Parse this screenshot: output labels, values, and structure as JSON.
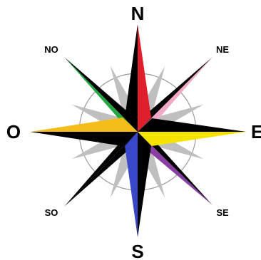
{
  "labels": {
    "north": "N",
    "northeast": "NE",
    "east": "E",
    "southeast": "SE",
    "south": "S",
    "southwest": "SO",
    "west": "O",
    "northwest": "NO"
  },
  "colors": {
    "north": "#e01f2d",
    "northeast": "#f4a8c8",
    "east": "#f5e400",
    "southeast": "#8a3fa4",
    "south": "#3848c8",
    "southwest": "#000000",
    "west": "#f5bd19",
    "northwest": "#25a843",
    "dark": "#000000",
    "minor_ray": "#bfbfbf",
    "circle": "#9a9a9a"
  }
}
